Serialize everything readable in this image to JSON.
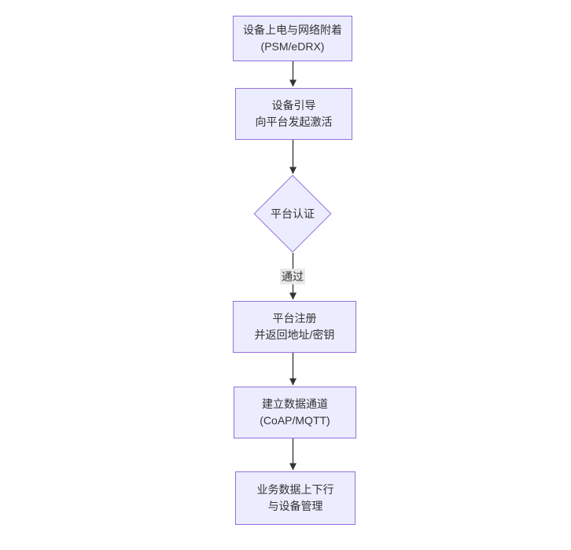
{
  "diagram": {
    "type": "flowchart",
    "direction": "top-down",
    "colors": {
      "background": "#ffffff",
      "node_fill": "#ECECFF",
      "node_border": "#9370DB",
      "text": "#333333",
      "arrow": "#333333",
      "edge_label_bg": "#e8e8e8"
    },
    "nodes": [
      {
        "id": "power",
        "shape": "rect",
        "line1": "设备上电与网络附着",
        "line2": "(PSM/eDRX)"
      },
      {
        "id": "boot",
        "shape": "rect",
        "line1": "设备引导",
        "line2": "向平台发起激活"
      },
      {
        "id": "auth",
        "shape": "diamond",
        "line1": "平台认证"
      },
      {
        "id": "register",
        "shape": "rect",
        "line1": "平台注册",
        "line2": "并返回地址/密钥"
      },
      {
        "id": "channel",
        "shape": "rect",
        "line1": "建立数据通道",
        "line2": "(CoAP/MQTT)"
      },
      {
        "id": "service",
        "shape": "rect",
        "line1": "业务数据上下行",
        "line2": "与设备管理"
      }
    ],
    "edges": [
      {
        "from": "power",
        "to": "boot",
        "label": ""
      },
      {
        "from": "boot",
        "to": "auth",
        "label": ""
      },
      {
        "from": "auth",
        "to": "register",
        "label": "通过"
      },
      {
        "from": "register",
        "to": "channel",
        "label": ""
      },
      {
        "from": "channel",
        "to": "service",
        "label": ""
      }
    ]
  }
}
